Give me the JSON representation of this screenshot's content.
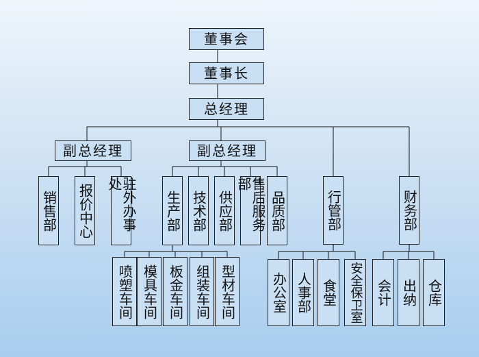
{
  "board": "董事会",
  "chairman": "董事长",
  "general_manager": "总经理",
  "vp_left": {
    "title": "副总经理",
    "units": [
      "销售部",
      "报价中心",
      "驻外办事处"
    ]
  },
  "vp_right": {
    "title": "副总经理",
    "units": [
      "生产部",
      "技术部",
      "供应部",
      "售后服务部",
      "品质部"
    ],
    "workshops": [
      "喷塑车间",
      "模具车间",
      "板金车间",
      "组装车间",
      "型材车间"
    ]
  },
  "admin": {
    "title": "行管部",
    "units": [
      "办公室",
      "人事部",
      "食堂",
      "安全保卫室"
    ]
  },
  "finance": {
    "title": "财务部",
    "units": [
      "会计",
      "出纳",
      "仓库"
    ]
  }
}
